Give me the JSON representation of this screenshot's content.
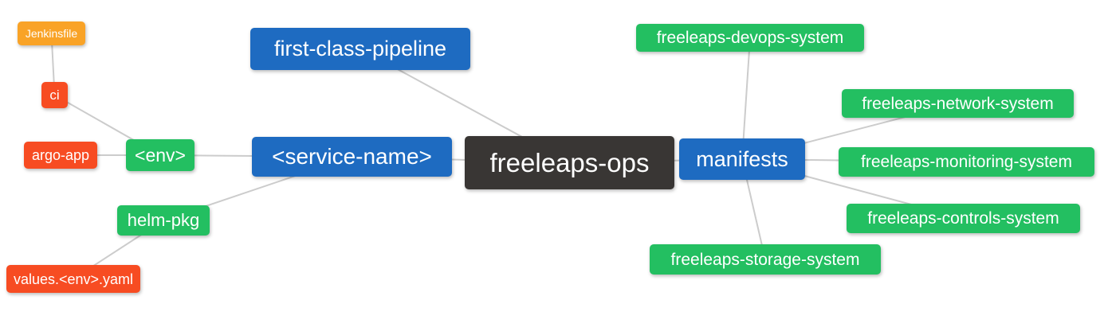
{
  "palette": {
    "root_bg": "#393634",
    "branch_blue_bg": "#1e6bc1",
    "leaf_green_bg": "#23bf61",
    "leaf_red_bg": "#f74c22",
    "leaf_orange_bg": "#f9a327",
    "edge_color": "#cccccc",
    "node_text": "#ffffff",
    "page_bg": "#ffffff"
  },
  "nodes": {
    "freeleaps_ops": {
      "label": "freeleaps-ops",
      "color_role": "root"
    },
    "first_class_pipeline": {
      "label": "first-class-pipeline",
      "color_role": "branch_blue"
    },
    "service_name": {
      "label": "<service-name>",
      "color_role": "branch_blue"
    },
    "manifests": {
      "label": "manifests",
      "color_role": "branch_blue"
    },
    "env": {
      "label": "<env>",
      "color_role": "leaf_green"
    },
    "helm_pkg": {
      "label": "helm-pkg",
      "color_role": "leaf_green"
    },
    "ci": {
      "label": "ci",
      "color_role": "leaf_red"
    },
    "argo_app": {
      "label": "argo-app",
      "color_role": "leaf_red"
    },
    "values_env_yaml": {
      "label": "values.<env>.yaml",
      "color_role": "leaf_red"
    },
    "jenkinsfile": {
      "label": "Jenkinsfile",
      "color_role": "leaf_orange"
    },
    "devops_system": {
      "label": "freeleaps-devops-system",
      "color_role": "leaf_green"
    },
    "network_system": {
      "label": "freeleaps-network-system",
      "color_role": "leaf_green"
    },
    "monitoring_system": {
      "label": "freeleaps-monitoring-system",
      "color_role": "leaf_green"
    },
    "controls_system": {
      "label": "freeleaps-controls-system",
      "color_role": "leaf_green"
    },
    "storage_system": {
      "label": "freeleaps-storage-system",
      "color_role": "leaf_green"
    }
  },
  "edges": [
    [
      "freeleaps_ops",
      "first_class_pipeline"
    ],
    [
      "freeleaps_ops",
      "service_name"
    ],
    [
      "freeleaps_ops",
      "manifests"
    ],
    [
      "service_name",
      "env"
    ],
    [
      "service_name",
      "helm_pkg"
    ],
    [
      "env",
      "argo_app"
    ],
    [
      "env",
      "ci"
    ],
    [
      "ci",
      "jenkinsfile"
    ],
    [
      "helm_pkg",
      "values_env_yaml"
    ],
    [
      "manifests",
      "devops_system"
    ],
    [
      "manifests",
      "network_system"
    ],
    [
      "manifests",
      "monitoring_system"
    ],
    [
      "manifests",
      "controls_system"
    ],
    [
      "manifests",
      "storage_system"
    ]
  ]
}
